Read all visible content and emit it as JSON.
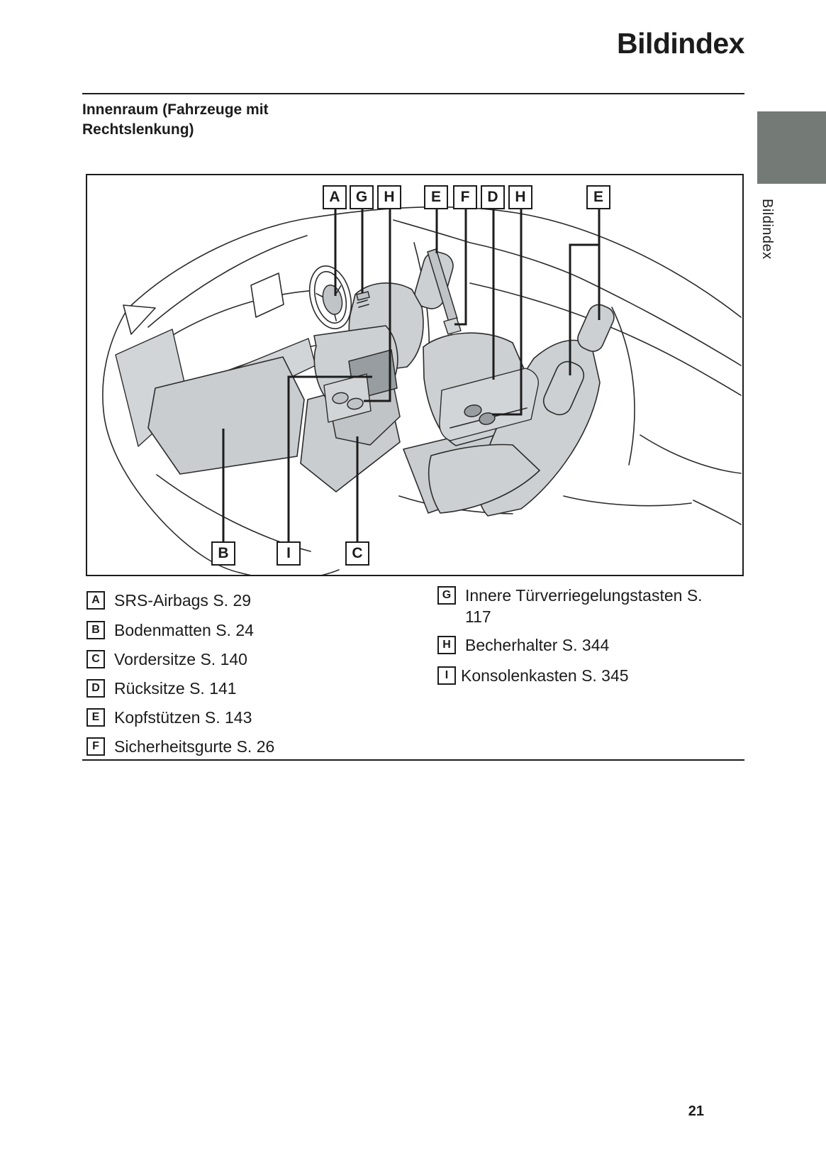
{
  "page": {
    "title": "Bildindex",
    "section_heading": "Innenraum (Fahrzeuge mit Rechtslenkung)",
    "page_number": "21",
    "side_tab": {
      "label": "Bildindex",
      "color": "#747a75"
    }
  },
  "diagram": {
    "top_labels": [
      "A",
      "G",
      "H",
      "E",
      "F",
      "D",
      "H",
      "E"
    ],
    "bottom_labels": [
      "B",
      "I",
      "C"
    ]
  },
  "legend": {
    "left": [
      {
        "key": "A",
        "text": "SRS-Airbags S. 29"
      },
      {
        "key": "B",
        "text": "Bodenmatten S. 24"
      },
      {
        "key": "C",
        "text": "Vordersitze S. 140"
      },
      {
        "key": "D",
        "text": "Rücksitze S. 141"
      },
      {
        "key": "E",
        "text": "Kopfstützen S. 143"
      },
      {
        "key": "F",
        "text": "Sicherheitsgurte S. 26"
      }
    ],
    "right": [
      {
        "key": "G",
        "text": "Innere Türverriegelungstasten S. 117"
      },
      {
        "key": "H",
        "text": "Becherhalter S. 344"
      },
      {
        "key": "I",
        "text": "Konsolenkasten S. 345"
      }
    ]
  }
}
